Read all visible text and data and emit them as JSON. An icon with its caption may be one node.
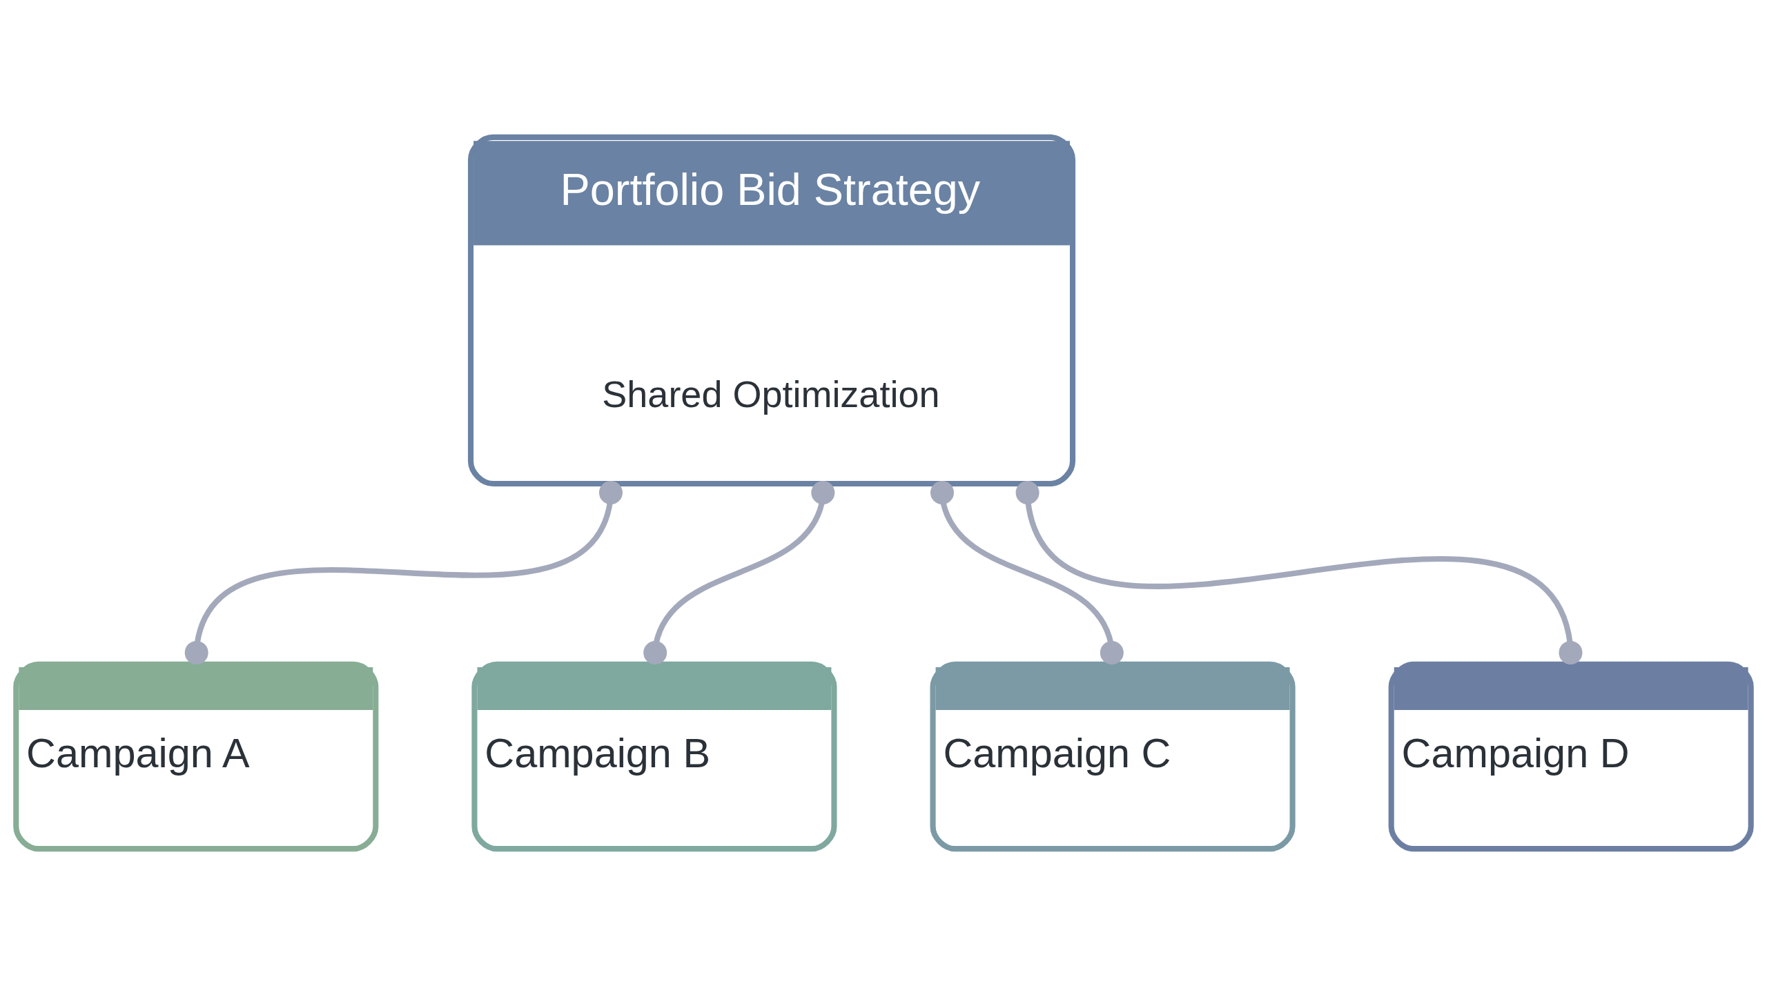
{
  "diagram": {
    "nodes": [
      {
        "text": [
          "Portfolio Bid Strategy",
          "Shared Optimization"
        ]
      },
      {
        "text": [
          "Campaign A"
        ]
      },
      {
        "text": [
          "Campaign B"
        ]
      },
      {
        "text": [
          "Campaign C"
        ]
      },
      {
        "text": [
          "Campaign D"
        ]
      }
    ],
    "edges": [
      {
        "from": 0,
        "to": 1,
        "arrow": "other"
      },
      {
        "from": 0,
        "to": 2,
        "arrow": "other"
      },
      {
        "from": 0,
        "to": 3,
        "arrow": "other"
      },
      {
        "from": 0,
        "to": 4,
        "arrow": "other"
      }
    ]
  }
}
